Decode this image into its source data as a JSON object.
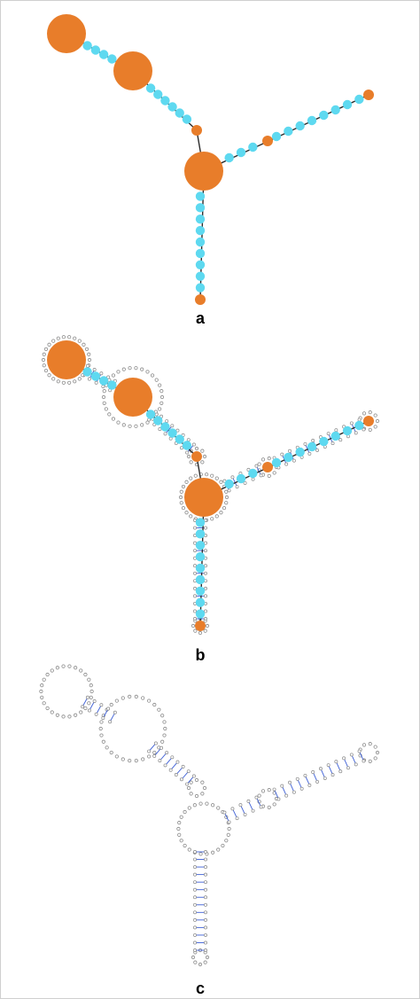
{
  "colors": {
    "loop_node": "#E87D2A",
    "stem_node": "#5ED9F0",
    "edge": "#2b2b2b",
    "nucleotide_ring": "#8a8a8a",
    "nucleotide_bond": "#3d5fd6"
  },
  "panels": [
    {
      "label": "a"
    },
    {
      "label": "b"
    },
    {
      "label": "c"
    }
  ]
}
